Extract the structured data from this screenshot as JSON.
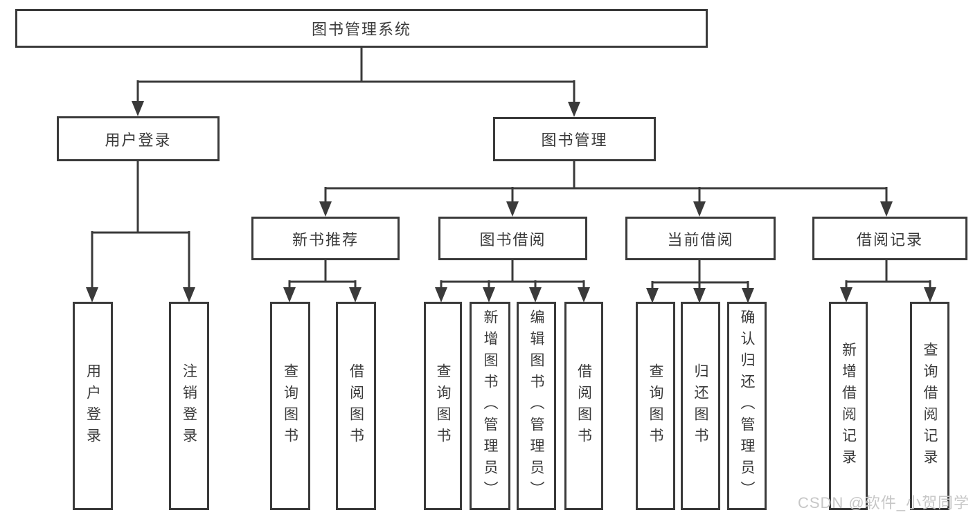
{
  "diagram": {
    "type": "hierarchy-tree",
    "orientation": "top-down"
  },
  "colors": {
    "line": "#3a3a3a",
    "text": "#3a3a3a",
    "box_background": "#ffffff",
    "page_background": "#ffffff",
    "watermark": "#c7c7c7"
  },
  "tree": {
    "root": {
      "label": "图书管理系统"
    },
    "level2": [
      {
        "label": "用户登录",
        "children": [
          {
            "label": "用户登录"
          },
          {
            "label": "注销登录"
          }
        ]
      },
      {
        "label": "图书管理",
        "children": [
          {
            "label": "新书推荐",
            "children": [
              {
                "label": "查询图书"
              },
              {
                "label": "借阅图书"
              }
            ]
          },
          {
            "label": "图书借阅",
            "children": [
              {
                "label": "查询图书"
              },
              {
                "label": "新增图书（管理员）"
              },
              {
                "label": "编辑图书（管理员）"
              },
              {
                "label": "借阅图书"
              }
            ]
          },
          {
            "label": "当前借阅",
            "children": [
              {
                "label": "查询图书"
              },
              {
                "label": "归还图书"
              },
              {
                "label": "确认归还（管理员）"
              }
            ]
          },
          {
            "label": "借阅记录",
            "children": [
              {
                "label": "新增借阅记录"
              },
              {
                "label": "查询借阅记录"
              }
            ]
          }
        ]
      }
    ]
  },
  "watermark": {
    "text": "CSDN @软件_小贺同学"
  }
}
